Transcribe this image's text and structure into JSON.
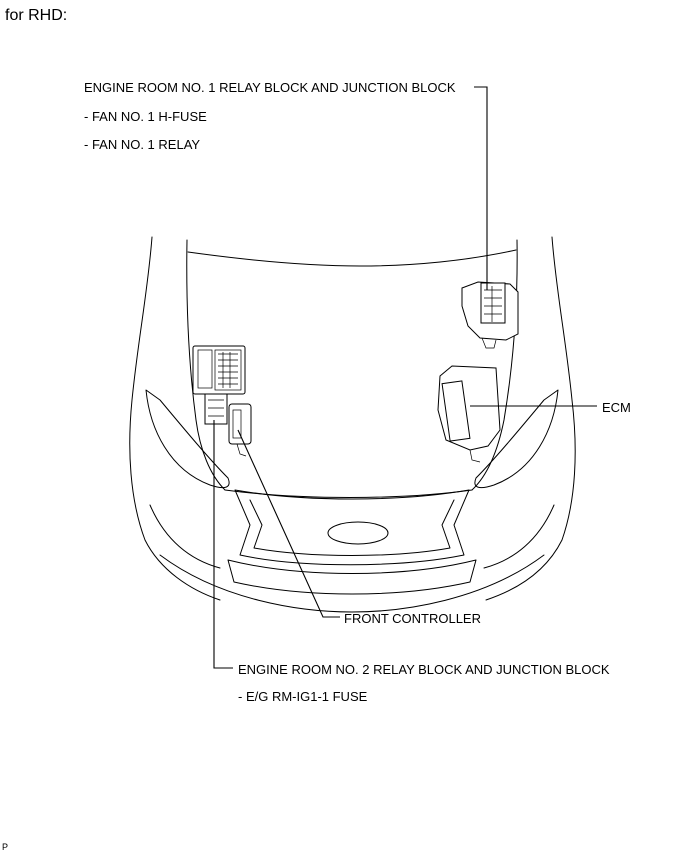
{
  "heading": "for RHD:",
  "labels": {
    "er1_title": "ENGINE ROOM NO. 1 RELAY BLOCK AND JUNCTION BLOCK",
    "er1_item1": "- FAN NO. 1 H-FUSE",
    "er1_item2": "- FAN NO. 1 RELAY",
    "ecm": "ECM",
    "front_controller": "FRONT CONTROLLER",
    "er2_title": "ENGINE ROOM NO. 2 RELAY BLOCK AND JUNCTION BLOCK",
    "er2_item1": "- E/G RM-IG1-1 FUSE"
  },
  "footer": "P"
}
